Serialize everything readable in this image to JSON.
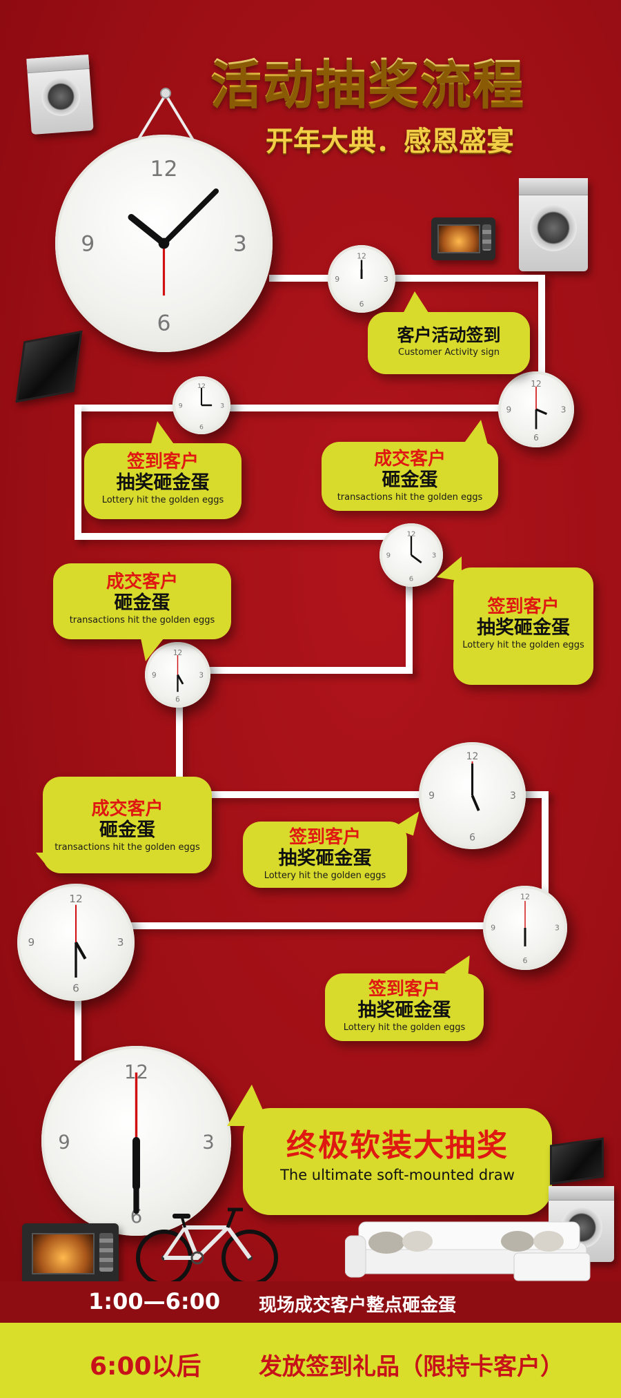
{
  "title": {
    "main": "活动抽奖流程",
    "subtitle": "开年大典．感恩盛宴"
  },
  "clock_labels": {
    "twelve": "12",
    "three": "3",
    "six": "6",
    "nine": "9"
  },
  "steps": [
    {
      "cn": "客户活动签到",
      "en": "Customer Activity sign"
    },
    {
      "cn_red": "成交客户",
      "cn_black": "砸金蛋",
      "en": "transactions hit the golden eggs"
    },
    {
      "cn_red": "签到客户",
      "cn_black": "抽奖砸金蛋",
      "en": "Lottery hit the golden eggs"
    },
    {
      "cn_red": "签到客户",
      "cn_black": "抽奖砸金蛋",
      "en": "Lottery hit the golden eggs"
    },
    {
      "cn_red": "成交客户",
      "cn_black": "砸金蛋",
      "en": "transactions hit the golden eggs"
    },
    {
      "cn_red": "成交客户",
      "cn_black": "砸金蛋",
      "en": "transactions hit the golden eggs"
    },
    {
      "cn_red": "签到客户",
      "cn_black": "抽奖砸金蛋",
      "en": "Lottery hit the golden eggs"
    },
    {
      "cn_red": "签到客户",
      "cn_black": "抽奖砸金蛋",
      "en": "Lottery hit the golden eggs"
    }
  ],
  "finale": {
    "cn": "终极软装大抽奖",
    "en": "The ultimate soft-mounted draw"
  },
  "schedule": [
    {
      "time": "1:00—6:00",
      "desc": "现场成交客户整点砸金蛋"
    },
    {
      "time": "6:00以后",
      "desc": "发放签到礼品（限持卡客户）"
    }
  ],
  "colors": {
    "background": "#9d0f15",
    "bubble": "#d8db2b",
    "accent_red": "#e01812",
    "gold": "#f3cf48"
  },
  "icons": [
    "washing-machine-icon",
    "tv-icon",
    "oven-icon",
    "bicycle-icon",
    "sofa-icon"
  ]
}
